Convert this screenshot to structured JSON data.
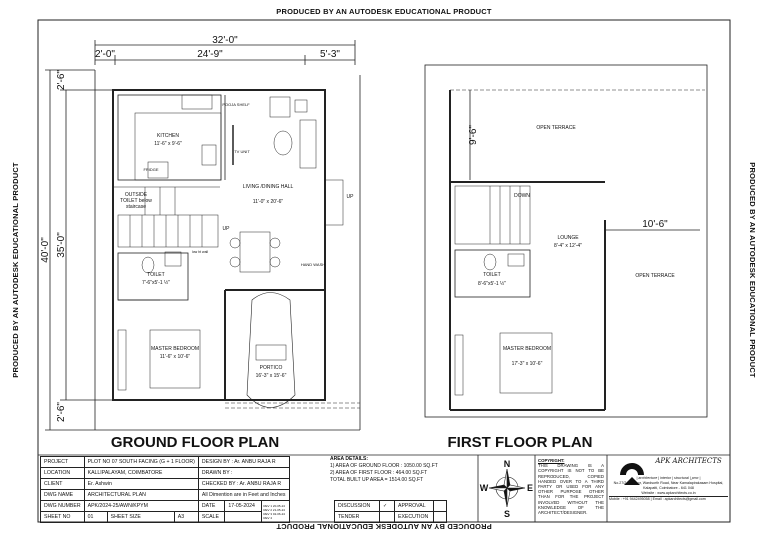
{
  "watermark": "PRODUCED BY AN AUTODESK EDUCATIONAL PRODUCT",
  "ground_floor": {
    "title": "GROUND FLOOR PLAN",
    "dims": {
      "total_width": "32'-0\"",
      "left": "2'-0\"",
      "middle": "24'-9\"",
      "right": "5'-3\"",
      "total_depth": "40'-0\"",
      "building_depth": "35'-0\"",
      "top_setback": "2'-6\"",
      "bottom_setback": "2'-6\""
    },
    "rooms": [
      {
        "name": "KITCHEN",
        "size": "11'-6\" x 9'-6\""
      },
      {
        "name": "LIVING /DINING HALL",
        "size": "11'-0\" x 20'-6\""
      },
      {
        "name": "TOILET",
        "size": "7'-6\"x5'-1 ½\""
      },
      {
        "name": "MASTER BEDROOM",
        "size": "11'-6\" x 10'-6\""
      },
      {
        "name": "PORTICO",
        "size": "16'-3\" x 15'-6\""
      }
    ],
    "labels": {
      "pooja": "POOJA SHELF",
      "tv": "TV UNIT",
      "fridge": "FRIDGE",
      "outside_toilet": "OUTSIDE TOILET below staircase",
      "up1": "UP",
      "up2": "UP",
      "low_wall": "low ht wall",
      "hand_wash": "HAND WASH"
    }
  },
  "first_floor": {
    "title": "FIRST FLOOR PLAN",
    "dims": {
      "terrace_depth": "9'-6\"",
      "terrace_width": "10'-6\""
    },
    "rooms": [
      {
        "name": "OPEN TERRACE",
        "size": ""
      },
      {
        "name": "LOUNGE",
        "size": "8'-4\" x 12'-4\""
      },
      {
        "name": "TOILET",
        "size": "8'-6\"x5'-1 ½\""
      },
      {
        "name": "MASTER BEDROOM",
        "size": "17'-3\" x 10'-6\""
      },
      {
        "name": "OPEN TERRACE",
        "size": ""
      }
    ],
    "labels": {
      "down": "DOWN"
    }
  },
  "title_block": {
    "project_label": "PROJECT",
    "project": "PLOT NO 07 SOUTH FACING (G + 1 FLOOR)",
    "location_label": "LOCATION",
    "location": "KALLIPALAYAM, COIMBATORE",
    "client_label": "CLIENT",
    "client": "Er. Ashwin",
    "dwg_name_label": "DWG NAME",
    "dwg_name": "ARCHITECTURAL PLAN",
    "dwg_number_label": "DWG NUMBER",
    "dwg_number": "APK/2024-25/AWN/KPYM",
    "sheet_no_label": "SHEET NO",
    "sheet_no": "01",
    "sheet_size_label": "SHEET SIZE",
    "sheet_size": "A3",
    "design_by": "DESIGN BY : Ar. ANBU RAJA R",
    "drawn_by": "DRAWN BY :",
    "checked_by": "CHECKED BY : Ar. ANBU RAJA R",
    "dimension_note": "All Dimention are in Feet and Inches",
    "date_label": "DATE",
    "date": "17-05-2024",
    "scale_label": "SCALE",
    "revisions": [
      {
        "rev": "REV 1",
        "date": "20-05-24"
      },
      {
        "rev": "REV 2",
        "date": "21-05-24"
      },
      {
        "rev": "REV 3",
        "date": "02-06-24"
      },
      {
        "rev": "REV 4",
        "date": ""
      }
    ],
    "discussion": "DISCUSSION",
    "approval": "APPROVAL",
    "tender": "TENDER",
    "execution": "EXECUTION",
    "area": {
      "title": "AREA DETAILS:",
      "ground": "1) AREA OF GROUND FLOOR :  1050.00 SQ.FT",
      "first": "2) AREA OF FIRST FLOOR   :   464.00 SQ.FT",
      "total": "TOTAL BUILT UP AREA       =  1514.00 SQ.FT"
    },
    "compass": {
      "n": "N",
      "s": "S",
      "e": "E",
      "w": "W"
    },
    "copyright": {
      "title": "COPYRIGHT:",
      "text": "THIS DRAWING IS A COPYRIGHT IS NOT TO BE REPRODUCED, COPIED HANDED OVER TO A THIRD PARTY OR USED FOR ANY OTHER PURPOSE OTHER THAN FOR THE PROJECT INVOLVED WITHOUT THE KNOWLEDGE OF THE ARCHITECT/DESIGNER."
    },
    "firm": {
      "logo": "APK ARCHITECTS",
      "tagline": "| architecture | interior | structural | pmc |",
      "address": "No.27/2, 1st floor, Wardsorth Road, Near Kamalapirakasam Hospital, Kalapatti, Coimbatore - 641 048",
      "website": "Website : www.apkarchitects.co.in",
      "mobile": "Mobile : +91 9442495058",
      "email": "Email : apkarchitects@gmail.com"
    }
  }
}
